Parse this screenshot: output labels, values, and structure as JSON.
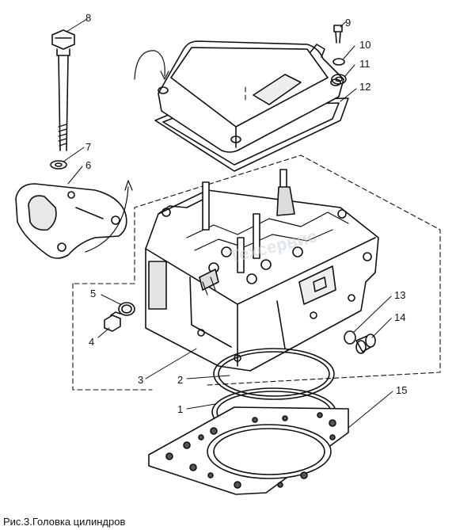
{
  "caption": "Рис.3.Головка цилиндров",
  "watermark": "Техсервис",
  "callouts": [
    {
      "id": "1",
      "label": "1"
    },
    {
      "id": "2",
      "label": "2"
    },
    {
      "id": "3",
      "label": "3"
    },
    {
      "id": "4",
      "label": "4"
    },
    {
      "id": "5",
      "label": "5"
    },
    {
      "id": "6",
      "label": "6"
    },
    {
      "id": "7",
      "label": "7"
    },
    {
      "id": "8",
      "label": "8"
    },
    {
      "id": "9",
      "label": "9"
    },
    {
      "id": "10",
      "label": "10"
    },
    {
      "id": "11",
      "label": "11"
    },
    {
      "id": "12",
      "label": "12"
    },
    {
      "id": "13",
      "label": "13"
    },
    {
      "id": "14",
      "label": "14"
    },
    {
      "id": "15",
      "label": "15"
    }
  ]
}
